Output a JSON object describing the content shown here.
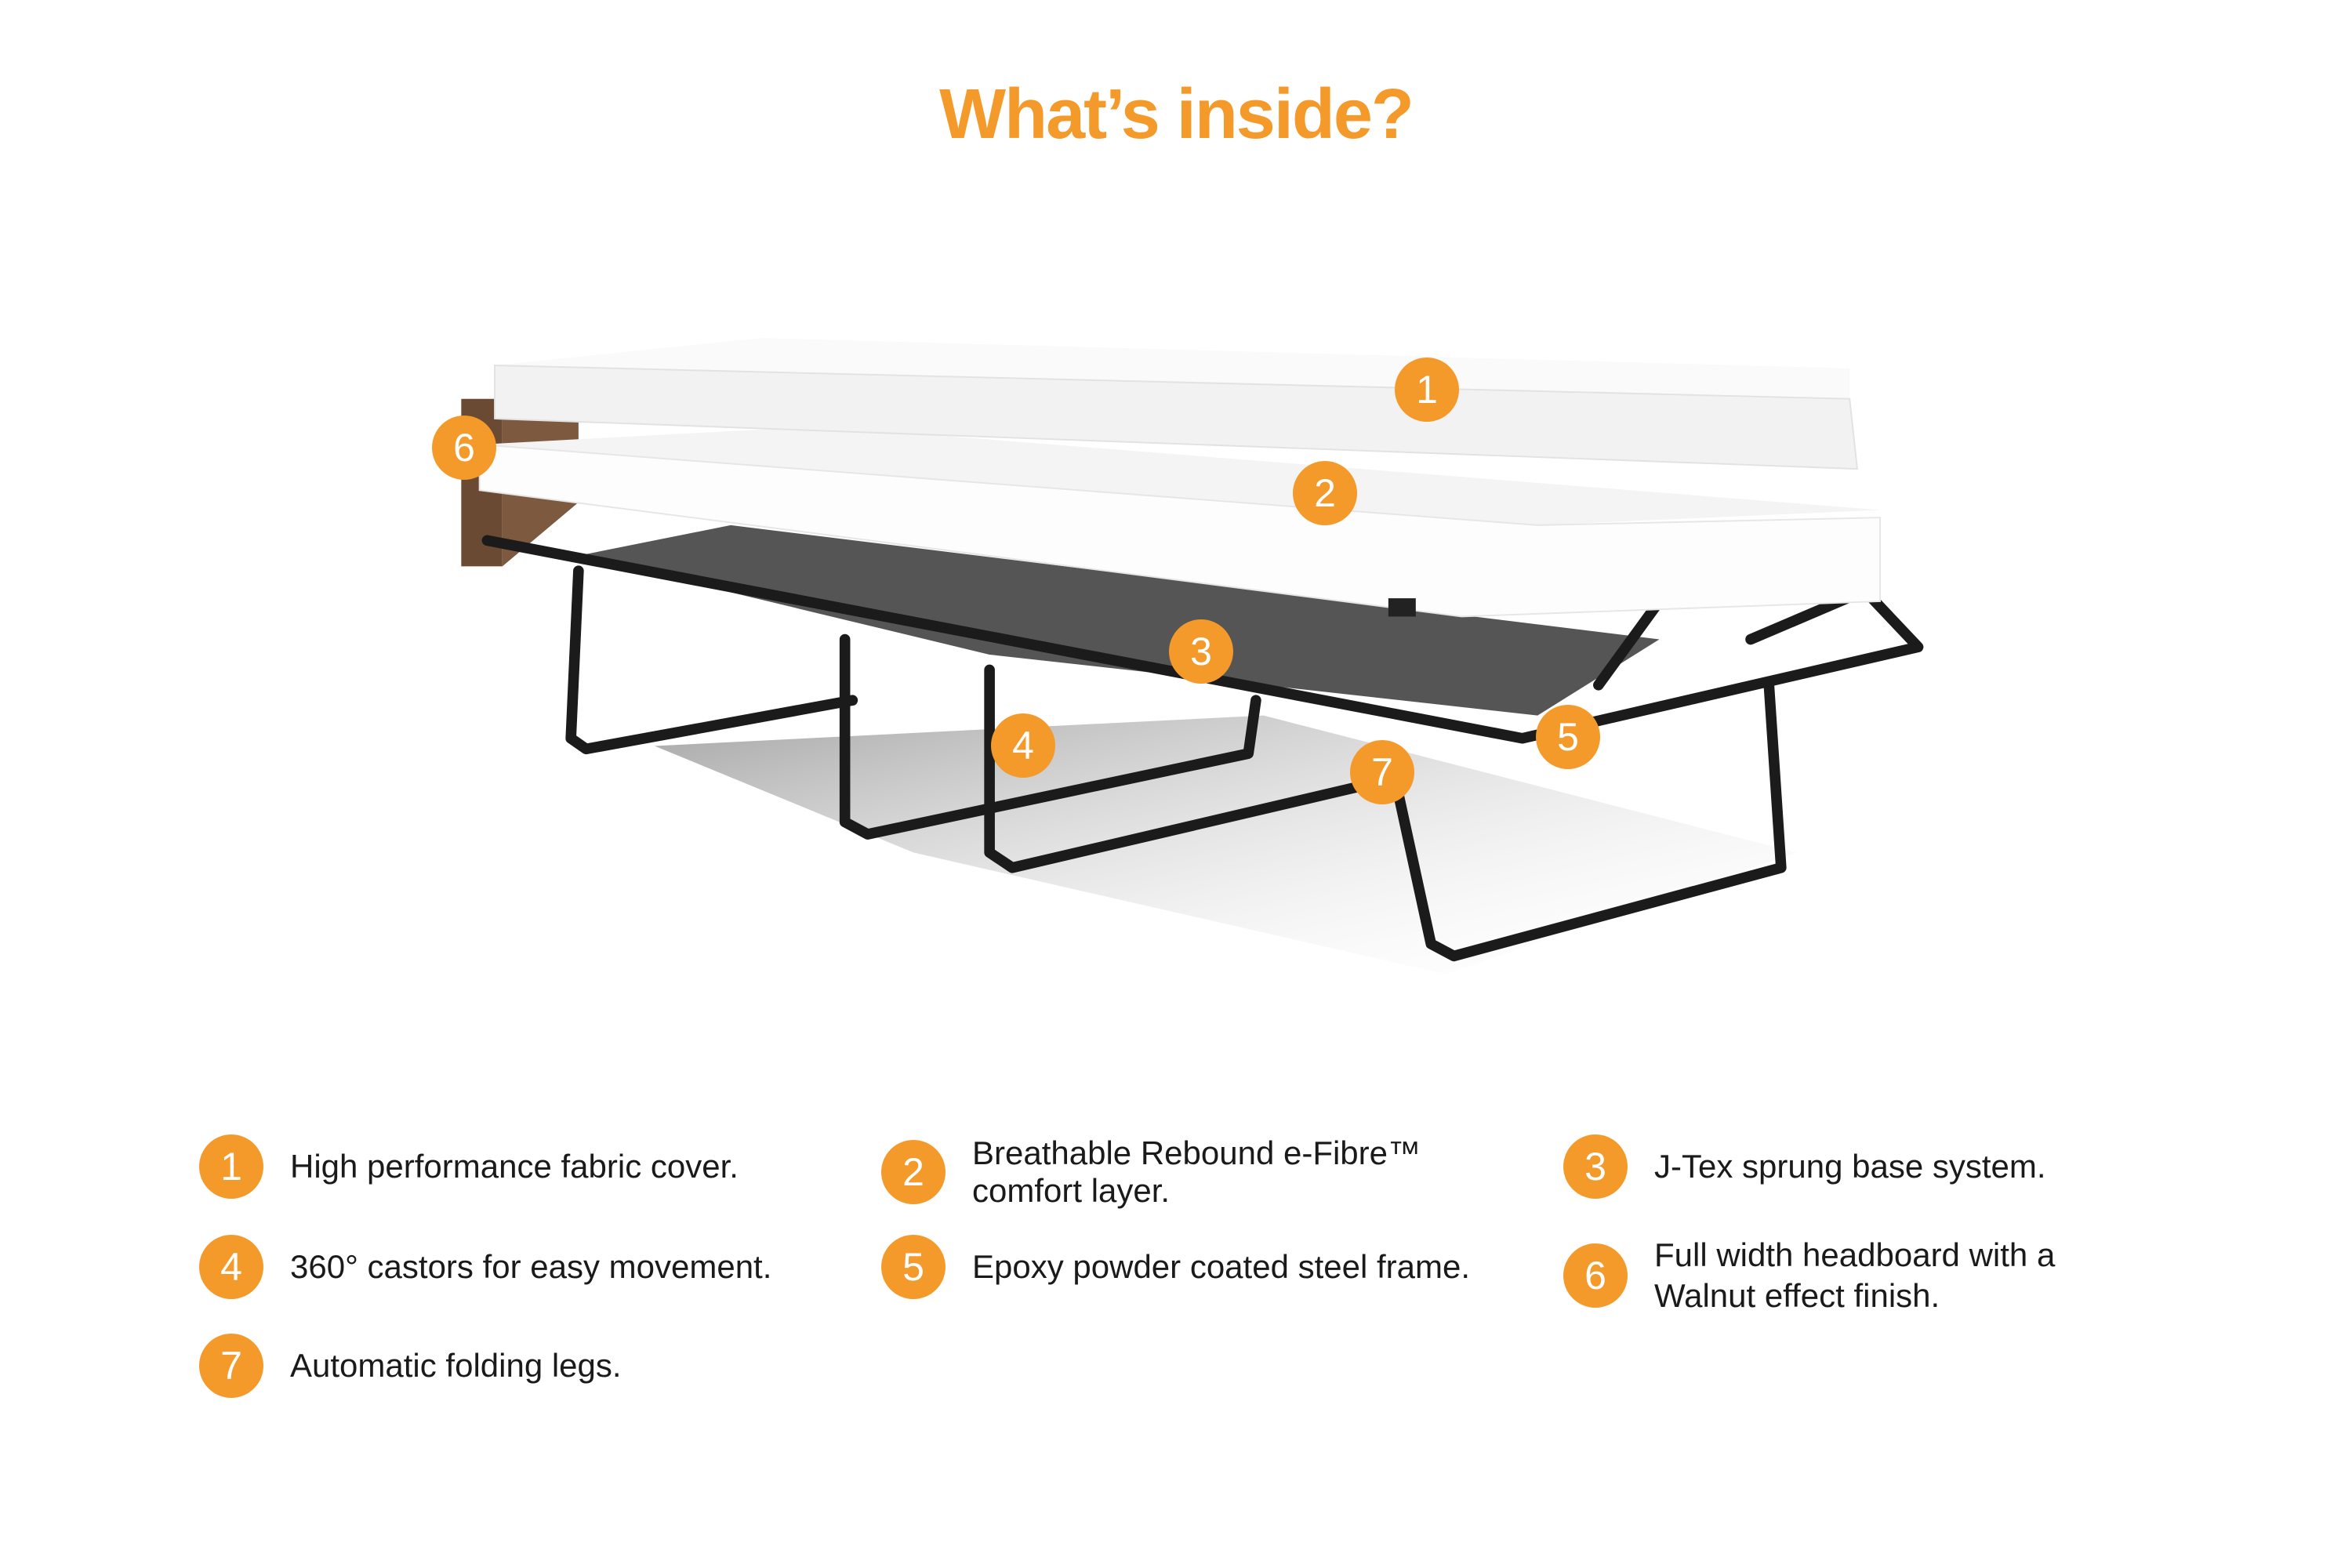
{
  "title": "What’s inside?",
  "colors": {
    "accent": "#f39a2b",
    "text": "#1a1a1a",
    "headboard": "#6b4a33",
    "frame": "#1b1b1b"
  },
  "callouts": [
    "1",
    "2",
    "3",
    "4",
    "5",
    "6",
    "7"
  ],
  "legend": [
    {
      "number": "1",
      "text": "High performance fabric cover."
    },
    {
      "number": "2",
      "text": "Breathable Rebound e-Fibre™ comfort layer."
    },
    {
      "number": "3",
      "text": "J-Tex sprung base system."
    },
    {
      "number": "4",
      "text": "360° castors for easy movement."
    },
    {
      "number": "5",
      "text": "Epoxy powder coated steel frame."
    },
    {
      "number": "6",
      "text": "Full width headboard with a Walnut effect finish."
    },
    {
      "number": "7",
      "text": "Automatic folding legs."
    }
  ]
}
